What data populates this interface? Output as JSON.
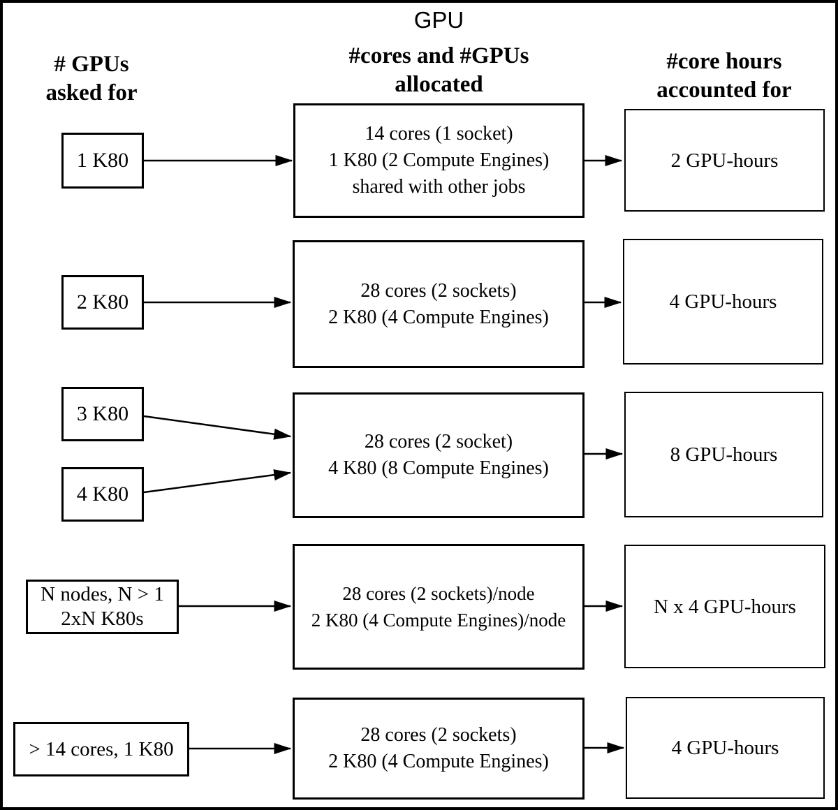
{
  "title": "GPU",
  "headers": {
    "asked": [
      "# GPUs",
      "asked for"
    ],
    "allocated": [
      "#cores and #GPUs",
      "allocated"
    ],
    "accounted": [
      "#core hours",
      "accounted for"
    ]
  },
  "rows": [
    {
      "asked": [
        [
          "1 K80"
        ]
      ],
      "allocated": [
        "14 cores (1 socket)",
        "1 K80 (2 Compute Engines)",
        "shared with other jobs"
      ],
      "accounted": "2 GPU-hours"
    },
    {
      "asked": [
        [
          "2 K80"
        ]
      ],
      "allocated": [
        "28 cores (2 sockets)",
        "2 K80 (4 Compute Engines)"
      ],
      "accounted": "4 GPU-hours"
    },
    {
      "asked": [
        [
          "3 K80"
        ],
        [
          "4 K80"
        ]
      ],
      "allocated": [
        "28 cores (2 socket)",
        "4 K80 (8 Compute Engines)"
      ],
      "accounted": "8 GPU-hours"
    },
    {
      "asked": [
        [
          "N nodes, N > 1",
          "2xN K80s"
        ]
      ],
      "allocated": [
        "28 cores (2 sockets)/node",
        "2 K80 (4 Compute Engines)/node"
      ],
      "accounted": "N x 4 GPU-hours"
    },
    {
      "asked": [
        [
          "> 14 cores, 1 K80"
        ]
      ],
      "allocated": [
        "28 cores (2 sockets)",
        "2 K80 (4 Compute Engines)"
      ],
      "accounted": "4 GPU-hours"
    }
  ],
  "colors": {
    "background": "#ffffff",
    "text": "#000000",
    "line": "#000000"
  }
}
